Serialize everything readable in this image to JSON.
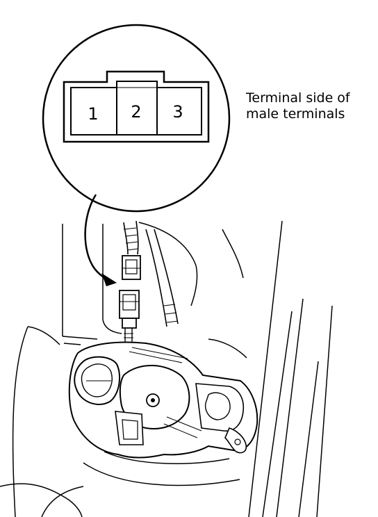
{
  "connector": {
    "terminals": [
      "1",
      "2",
      "3"
    ]
  },
  "caption": {
    "line1": "Terminal side of",
    "line2": "male terminals"
  },
  "colors": {
    "ink": "#000000",
    "paper": "#ffffff"
  }
}
